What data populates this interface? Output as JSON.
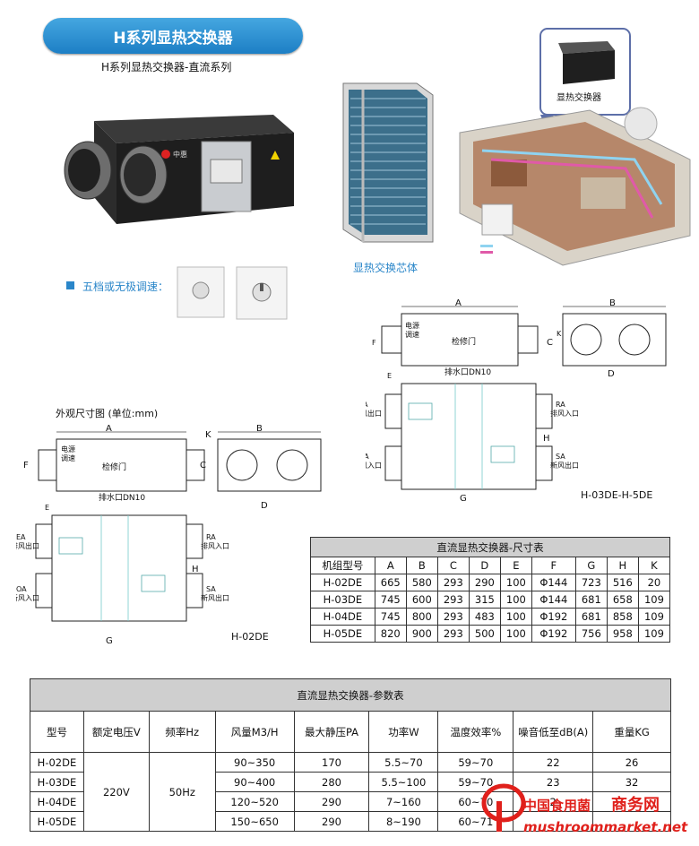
{
  "header": {
    "title": "H系列显热交换器",
    "subtitle": "H系列显热交换器-直流系列"
  },
  "labels": {
    "core": "显热交换芯体",
    "callout": "显热交换器",
    "speed": "五档或无极调速：",
    "dims_title": "外观尺寸图 (单位:mm)",
    "model_a": "H-02DE",
    "model_b": "H-03DE-H-5DE",
    "brand": "中惠"
  },
  "drawing": {
    "A": "A",
    "B": "B",
    "C": "C",
    "D": "D",
    "E": "E",
    "F": "F",
    "G": "G",
    "H": "H",
    "K": "K",
    "power": "电源",
    "speedbox": "调速",
    "door": "检修门",
    "drain": "排水口DN10",
    "EA": "EA",
    "RA": "RA",
    "OA": "OA",
    "SA": "SA",
    "ea_txt": "排风出口",
    "ra_txt": "排风入口",
    "oa_txt": "新风入口",
    "sa_txt": "新风出口"
  },
  "dim_table": {
    "title": "直流显热交换器-尺寸表",
    "header": [
      "机组型号",
      "A",
      "B",
      "C",
      "D",
      "E",
      "F",
      "G",
      "H",
      "K"
    ],
    "rows": [
      [
        "H-02DE",
        "665",
        "580",
        "293",
        "290",
        "100",
        "Φ144",
        "723",
        "516",
        "20"
      ],
      [
        "H-03DE",
        "745",
        "600",
        "293",
        "315",
        "100",
        "Φ144",
        "681",
        "658",
        "109"
      ],
      [
        "H-04DE",
        "745",
        "800",
        "293",
        "483",
        "100",
        "Φ192",
        "681",
        "858",
        "109"
      ],
      [
        "H-05DE",
        "820",
        "900",
        "293",
        "500",
        "100",
        "Φ192",
        "756",
        "958",
        "109"
      ]
    ]
  },
  "param_table": {
    "title": "直流显热交换器-参数表",
    "header": [
      "型号",
      "额定电压V",
      "频率Hz",
      "风量M3/H",
      "最大静压PA",
      "功率W",
      "温度效率%",
      "噪音低至dB(A)",
      "重量KG"
    ],
    "voltage": "220V",
    "freq": "50Hz",
    "rows": [
      {
        "model": "H-02DE",
        "air": "90~350",
        "pa": "170",
        "power": "5.5~70",
        "eff": "59~70",
        "noise": "22",
        "weight": "26"
      },
      {
        "model": "H-03DE",
        "air": "90~400",
        "pa": "280",
        "power": "5.5~100",
        "eff": "59~70",
        "noise": "23",
        "weight": "32"
      },
      {
        "model": "H-04DE",
        "air": "120~520",
        "pa": "290",
        "power": "7~160",
        "eff": "60~70",
        "noise": "2",
        "weight": ""
      },
      {
        "model": "H-05DE",
        "air": "150~650",
        "pa": "290",
        "power": "8~190",
        "eff": "60~71",
        "noise": "",
        "weight": ""
      }
    ]
  },
  "watermark": {
    "line1": "中国食用菌",
    "line2": "商务网",
    "url": "mushroommarket.net"
  },
  "colors": {
    "header": "#1d7fc5",
    "accent": "#2a86c9",
    "watermark": "#e0201b"
  }
}
